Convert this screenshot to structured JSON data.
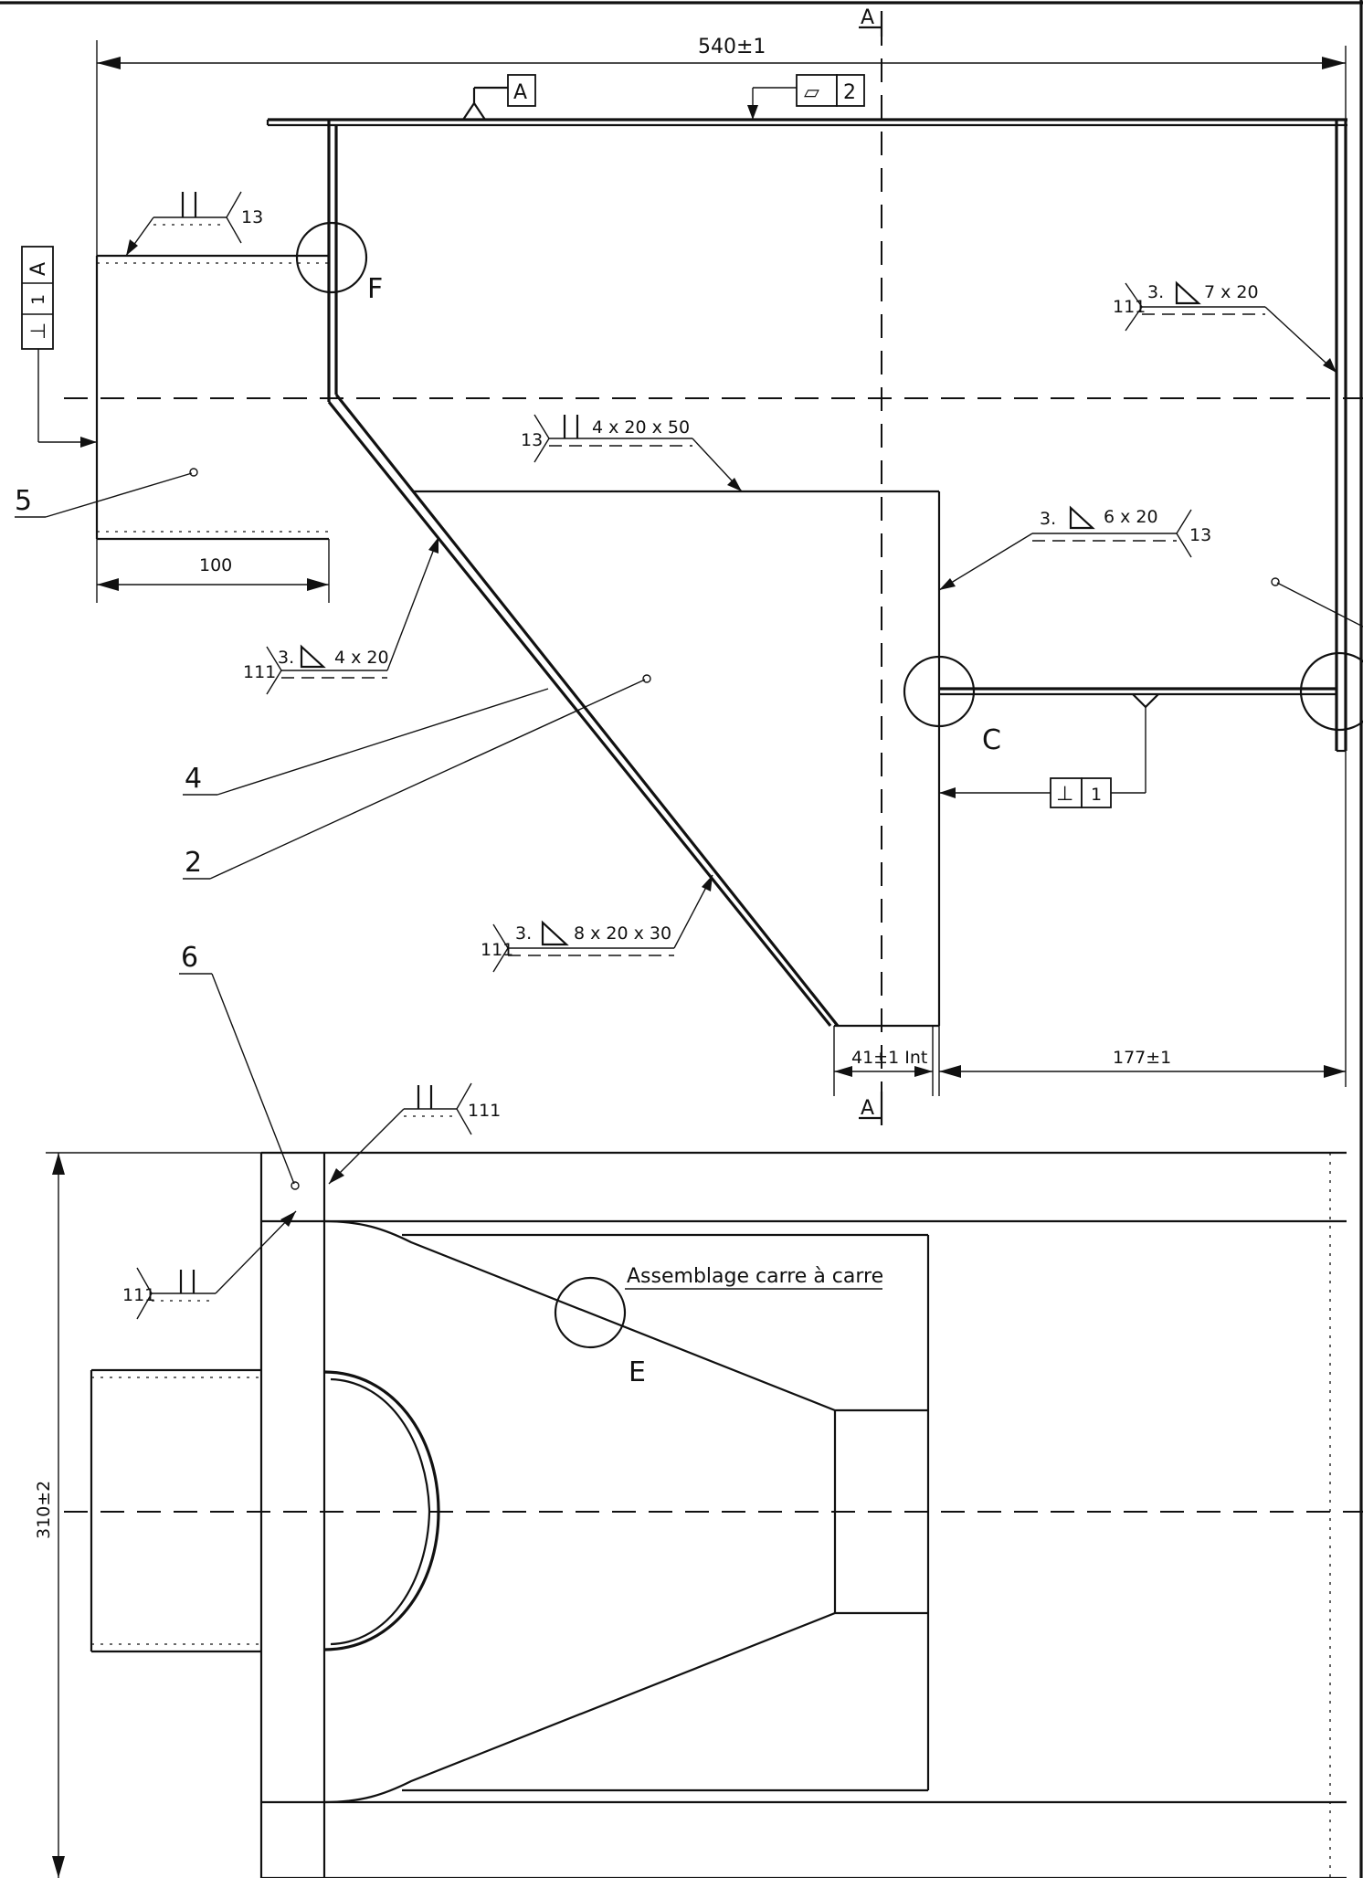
{
  "dimensions": {
    "overall_length": "540±1",
    "left_width": "100",
    "inner_gap": "41±1 Int",
    "right_length": "177±1",
    "height": "310±2"
  },
  "section_markers": {
    "top": "A",
    "bottom": "A"
  },
  "tolerance_frames": {
    "datum_top": "A",
    "flatness_symbol": "▱",
    "flatness_value": "2",
    "perp_left_symbol": "⊥",
    "perp_left_value": "1",
    "perp_left_datum": "A",
    "perp_right_symbol": "⊥",
    "perp_right_value": "1"
  },
  "welds": {
    "top_left_process": "13",
    "right_upper_process": "111",
    "right_upper_spec": "3.",
    "right_upper_size": "7 x 20",
    "center_process": "13",
    "center_size": "4 x 20 x 50",
    "right_mid_spec": "3.",
    "right_mid_size": "6 x 20",
    "right_mid_process": "13",
    "left_mid_process": "111",
    "left_mid_spec": "3.",
    "left_mid_size": "4 x 20",
    "lower_process": "111",
    "lower_spec": "3.",
    "lower_size": "8 x 20 x 30",
    "bottom_top_process": "111",
    "bottom_left_process": "111"
  },
  "detail_labels": {
    "F": "F",
    "C": "C",
    "E": "E"
  },
  "part_numbers": {
    "p5": "5",
    "p4": "4",
    "p2": "2",
    "p6": "6"
  },
  "note": "Assemblage carre à carre"
}
